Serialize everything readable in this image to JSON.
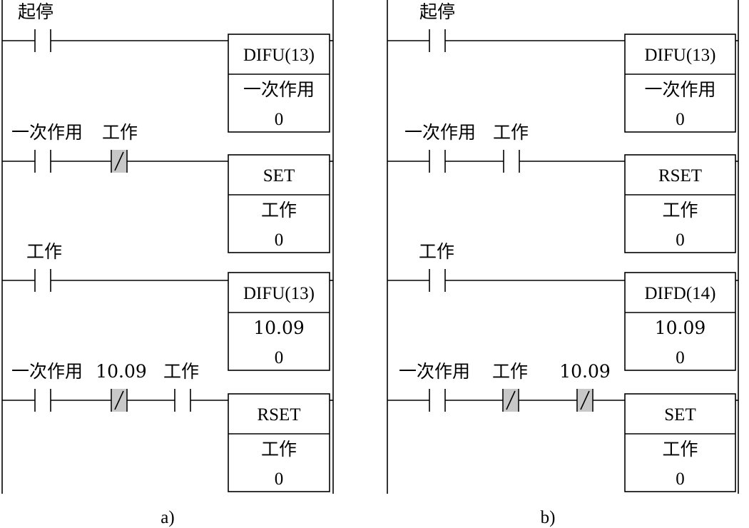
{
  "diagrams": [
    {
      "caption": "a)",
      "rungs": [
        {
          "contacts": [
            {
              "type": "NO",
              "label": "起停"
            }
          ],
          "box": {
            "instruction": "DIFU(13)",
            "operand": "一次作用",
            "value": "0"
          }
        },
        {
          "contacts": [
            {
              "type": "NO",
              "label": "一次作用"
            },
            {
              "type": "NC",
              "label": "工作"
            }
          ],
          "box": {
            "instruction": "SET",
            "operand": "工作",
            "value": "0"
          }
        },
        {
          "contacts": [
            {
              "type": "NO",
              "label": "工作"
            }
          ],
          "box": {
            "instruction": "DIFU(13)",
            "operand": "10.09",
            "value": "0"
          }
        },
        {
          "contacts": [
            {
              "type": "NO",
              "label": "一次作用"
            },
            {
              "type": "NC",
              "label": "10.09"
            },
            {
              "type": "NO",
              "label": "工作"
            }
          ],
          "box": {
            "instruction": "RSET",
            "operand": "工作",
            "value": "0"
          }
        }
      ]
    },
    {
      "caption": "b)",
      "rungs": [
        {
          "contacts": [
            {
              "type": "NO",
              "label": "起停"
            }
          ],
          "box": {
            "instruction": "DIFU(13)",
            "operand": "一次作用",
            "value": "0"
          }
        },
        {
          "contacts": [
            {
              "type": "NO",
              "label": "一次作用"
            },
            {
              "type": "NO",
              "label": "工作"
            }
          ],
          "box": {
            "instruction": "RSET",
            "operand": "工作",
            "value": "0"
          }
        },
        {
          "contacts": [
            {
              "type": "NO",
              "label": "工作"
            }
          ],
          "box": {
            "instruction": "DIFD(14)",
            "operand": "10.09",
            "value": "0"
          }
        },
        {
          "contacts": [
            {
              "type": "NO",
              "label": "一次作用"
            },
            {
              "type": "NC",
              "label": "工作"
            },
            {
              "type": "NC",
              "label": "10.09"
            }
          ],
          "box": {
            "instruction": "SET",
            "operand": "工作",
            "value": "0"
          }
        }
      ]
    }
  ]
}
